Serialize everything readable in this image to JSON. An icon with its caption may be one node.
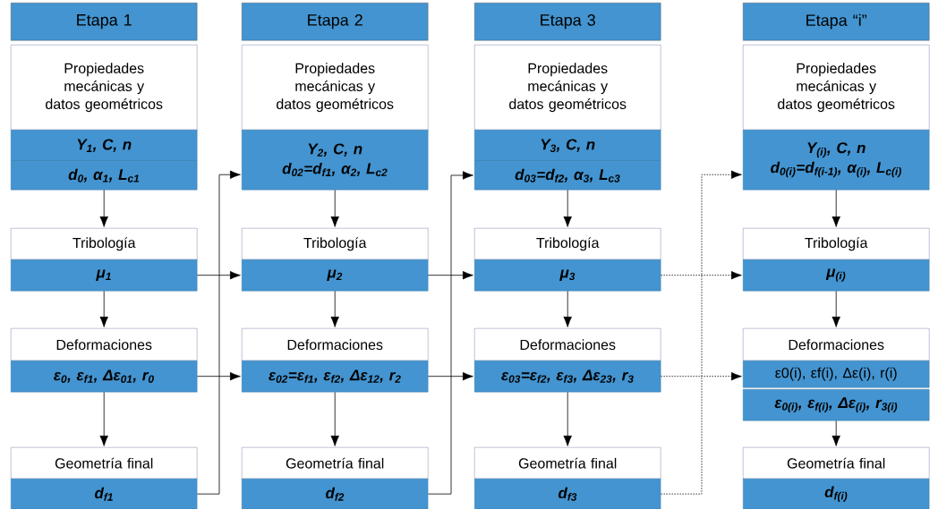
{
  "diagram": {
    "nodes": [
      {
        "text": [
          "Etapa 1"
        ]
      },
      {
        "text": [
          "Propiedades mecánicas y datos geométricos"
        ]
      },
      {
        "text": [
          "Y$_{1}$, C, n"
        ]
      },
      {
        "text": [
          "d$_{0}$, α$_{1}$, L$_{c1}$"
        ]
      },
      {
        "text": [
          "Tribología"
        ]
      },
      {
        "text": [
          "μ$_{1}$"
        ]
      },
      {
        "text": [
          "Deformaciones"
        ]
      },
      {
        "text": [
          "ε$_{0}$, ε$_{f1}$, Δε$_{01}$, r$_{0}$"
        ]
      },
      {
        "text": [
          "Geometría final"
        ]
      },
      {
        "text": [
          "d$_{f1}$"
        ]
      },
      {
        "text": [
          "Etapa 2"
        ]
      },
      {
        "text": [
          "Propiedades mecánicas y datos geométricos"
        ]
      },
      {
        "text": [
          "Y$_{2}$, C, n",
          "d$_{02}$=d$_{f1}$, α$_{2}$, L$_{c2}$"
        ]
      },
      {
        "text": [
          "Tribología"
        ]
      },
      {
        "text": [
          "μ$_{2}$"
        ]
      },
      {
        "text": [
          "Deformaciones"
        ]
      },
      {
        "text": [
          "ε$_{02}$=ε$_{f1}$, ε$_{f2}$, Δε$_{12}$, r$_{2}$"
        ]
      },
      {
        "text": [
          "Geometría final"
        ]
      },
      {
        "text": [
          "d$_{f2}$"
        ]
      },
      {
        "text": [
          "Etapa 3"
        ]
      },
      {
        "text": [
          "Propiedades mecánicas y datos geométricos"
        ]
      },
      {
        "text": [
          "Y$_{3}$, C, n"
        ]
      },
      {
        "text": [
          "d$_{03}$=d$_{f2}$, α$_{3}$, L$_{c3}$"
        ]
      },
      {
        "text": [
          "Tribología"
        ]
      },
      {
        "text": [
          "μ$_{3}$"
        ]
      },
      {
        "text": [
          "Deformaciones"
        ]
      },
      {
        "text": [
          "ε$_{03}$=ε$_{f2}$, ε$_{f3}$, Δε$_{23}$, r$_{3}$"
        ]
      },
      {
        "text": [
          "Geometría final"
        ]
      },
      {
        "text": [
          "d$_{f3}$"
        ]
      },
      {
        "text": [
          "Etapa “i”"
        ]
      },
      {
        "text": [
          "Propiedades mecánicas y datos geométricos"
        ]
      },
      {
        "text": [
          "Y$_{(i)}$, C, n",
          "d$_{0(i)}$=d$_{f(i-1)}$, α$_{(i)}$, L$_{c(i)}$"
        ]
      },
      {
        "text": [
          "Tribología"
        ]
      },
      {
        "text": [
          "μ$_{(i)}$"
        ]
      },
      {
        "text": [
          "Deformaciones"
        ]
      },
      {
        "text": [
          "ε0(i), εf(i), Δε(i), r(i)"
        ]
      },
      {
        "text": [
          "ε$_{0(i)}$, ε$_{f(i)}$, Δε$_{(i)}$, r$_{3(i)}$"
        ]
      },
      {
        "text": [
          "Geometría final"
        ]
      },
      {
        "text": [
          "d$_{f(i)}$"
        ]
      }
    ],
    "edges": [
      {
        "from": 3,
        "to": 4,
        "arrow": "to"
      },
      {
        "from": 5,
        "to": 6,
        "arrow": "to"
      },
      {
        "from": 7,
        "to": 8,
        "arrow": "to"
      },
      {
        "from": 9,
        "to": 12,
        "arrow": "to"
      },
      {
        "from": 5,
        "to": 14,
        "arrow": "to"
      },
      {
        "from": 7,
        "to": 16,
        "arrow": "to"
      },
      {
        "from": 12,
        "to": 13,
        "arrow": "to"
      },
      {
        "from": 14,
        "to": 15,
        "arrow": "to"
      },
      {
        "from": 16,
        "to": 17,
        "arrow": "to"
      },
      {
        "from": 18,
        "to": 22,
        "arrow": "to"
      },
      {
        "from": 14,
        "to": 24,
        "arrow": "to"
      },
      {
        "from": 16,
        "to": 26,
        "arrow": "to"
      },
      {
        "from": 22,
        "to": 23,
        "arrow": "to"
      },
      {
        "from": 24,
        "to": 25,
        "arrow": "to"
      },
      {
        "from": 26,
        "to": 27,
        "arrow": "to"
      },
      {
        "from": 28,
        "to": 31,
        "arrow": "to",
        "style": "dashed"
      },
      {
        "from": 24,
        "to": 33,
        "arrow": "to",
        "style": "dashed"
      },
      {
        "from": 26,
        "to": 35,
        "arrow": "to",
        "style": "dashed"
      },
      {
        "from": 31,
        "to": 32,
        "arrow": "to"
      },
      {
        "from": 33,
        "to": 34,
        "arrow": "to"
      },
      {
        "from": 36,
        "to": 37,
        "arrow": "to"
      }
    ]
  }
}
